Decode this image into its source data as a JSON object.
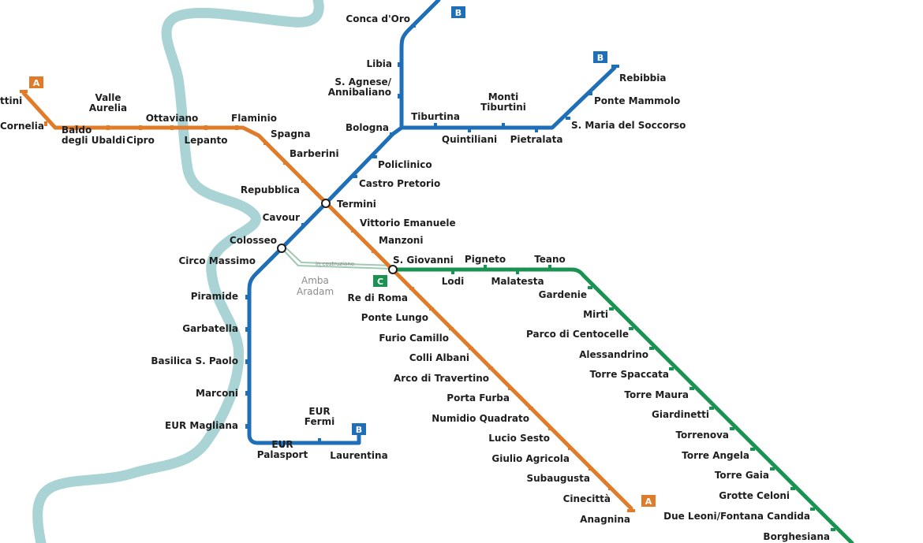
{
  "colors": {
    "river": "#a9d3d4",
    "line_a": "#e07b2a",
    "line_b": "#1f6fb8",
    "line_c": "#1a9352",
    "construction": "#9fc9b3"
  },
  "lines": {
    "a": {
      "badge": "A"
    },
    "b": {
      "badge": "B"
    },
    "c": {
      "badge": "C"
    }
  },
  "notes": {
    "construction": "in costruzione",
    "amba_1": "Amba",
    "amba_2": "Aradam"
  },
  "stations": {
    "a": [
      {
        "lines": [
          "ttini"
        ]
      },
      {
        "lines": [
          "Cornelia"
        ]
      },
      {
        "lines": [
          "Baldo",
          "degli Ubaldi"
        ]
      },
      {
        "lines": [
          "Valle",
          "Aurelia"
        ]
      },
      {
        "lines": [
          "Cipro"
        ]
      },
      {
        "lines": [
          "Ottaviano"
        ]
      },
      {
        "lines": [
          "Lepanto"
        ]
      },
      {
        "lines": [
          "Flaminio"
        ]
      },
      {
        "lines": [
          "Spagna"
        ]
      },
      {
        "lines": [
          "Barberini"
        ]
      },
      {
        "lines": [
          "Repubblica"
        ]
      },
      {
        "lines": [
          "Termini"
        ]
      },
      {
        "lines": [
          "Vittorio Emanuele"
        ]
      },
      {
        "lines": [
          "Manzoni"
        ]
      },
      {
        "lines": [
          "S. Giovanni"
        ]
      },
      {
        "lines": [
          "Re di Roma"
        ]
      },
      {
        "lines": [
          "Ponte Lungo"
        ]
      },
      {
        "lines": [
          "Furio Camillo"
        ]
      },
      {
        "lines": [
          "Colli Albani"
        ]
      },
      {
        "lines": [
          "Arco di Travertino"
        ]
      },
      {
        "lines": [
          "Porta Furba"
        ]
      },
      {
        "lines": [
          "Numidio Quadrato"
        ]
      },
      {
        "lines": [
          "Lucio Sesto"
        ]
      },
      {
        "lines": [
          "Giulio Agricola"
        ]
      },
      {
        "lines": [
          "Subaugusta"
        ]
      },
      {
        "lines": [
          "Cinecittà"
        ]
      },
      {
        "lines": [
          "Anagnina"
        ]
      }
    ],
    "b": [
      {
        "lines": [
          "Conca d'Oro"
        ]
      },
      {
        "lines": [
          "Libia"
        ]
      },
      {
        "lines": [
          "S. Agnese/",
          "Annibaliano"
        ]
      },
      {
        "lines": [
          "Bologna"
        ]
      },
      {
        "lines": [
          "Policlinico"
        ]
      },
      {
        "lines": [
          "Castro Pretorio"
        ]
      },
      {
        "lines": [
          "Cavour"
        ]
      },
      {
        "lines": [
          "Colosseo"
        ]
      },
      {
        "lines": [
          "Circo Massimo"
        ]
      },
      {
        "lines": [
          "Piramide"
        ]
      },
      {
        "lines": [
          "Garbatella"
        ]
      },
      {
        "lines": [
          "Basilica S. Paolo"
        ]
      },
      {
        "lines": [
          "Marconi"
        ]
      },
      {
        "lines": [
          "EUR Magliana"
        ]
      },
      {
        "lines": [
          "EUR",
          "Palasport"
        ]
      },
      {
        "lines": [
          "EUR",
          "Fermi"
        ]
      },
      {
        "lines": [
          "Laurentina"
        ]
      },
      {
        "lines": [
          "Tiburtina"
        ]
      },
      {
        "lines": [
          "Quintiliani"
        ]
      },
      {
        "lines": [
          "Monti",
          "Tiburtini"
        ]
      },
      {
        "lines": [
          "Pietralata"
        ]
      },
      {
        "lines": [
          "S. Maria del Soccorso"
        ]
      },
      {
        "lines": [
          "Ponte Mammolo"
        ]
      },
      {
        "lines": [
          "Rebibbia"
        ]
      }
    ],
    "c": [
      {
        "lines": [
          "Lodi"
        ]
      },
      {
        "lines": [
          "Pigneto"
        ]
      },
      {
        "lines": [
          "Malatesta"
        ]
      },
      {
        "lines": [
          "Teano"
        ]
      },
      {
        "lines": [
          "Gardenie"
        ]
      },
      {
        "lines": [
          "Mirti"
        ]
      },
      {
        "lines": [
          "Parco di Centocelle"
        ]
      },
      {
        "lines": [
          "Alessandrino"
        ]
      },
      {
        "lines": [
          "Torre Spaccata"
        ]
      },
      {
        "lines": [
          "Torre Maura"
        ]
      },
      {
        "lines": [
          "Giardinetti"
        ]
      },
      {
        "lines": [
          "Torrenova"
        ]
      },
      {
        "lines": [
          "Torre Angela"
        ]
      },
      {
        "lines": [
          "Torre Gaia"
        ]
      },
      {
        "lines": [
          "Grotte Celoni"
        ]
      },
      {
        "lines": [
          "Due Leoni/Fontana Candida"
        ]
      },
      {
        "lines": [
          "Borghesiana"
        ]
      }
    ]
  }
}
